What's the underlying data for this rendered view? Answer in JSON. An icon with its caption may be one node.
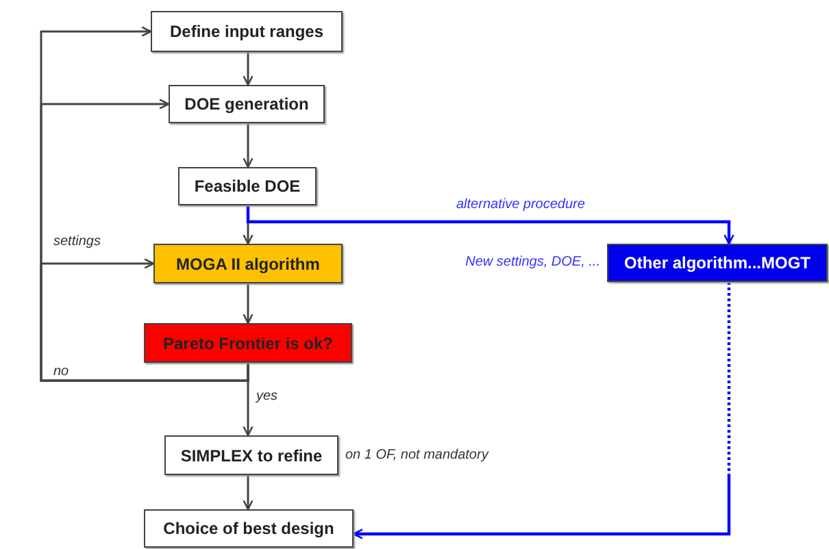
{
  "diagram": {
    "nodes": [
      {
        "text": [
          "Define input ranges"
        ]
      },
      {
        "text": [
          "DOE generation"
        ]
      },
      {
        "text": [
          "Feasible DOE"
        ]
      },
      {
        "text": [
          "MOGA II algorithm"
        ]
      },
      {
        "text": [
          "Pareto Frontier is ok?"
        ]
      },
      {
        "text": [
          "SIMPLEX to refine"
        ],
        "beside": [
          "on 1 OF, not mandatory"
        ]
      },
      {
        "text": [
          "Choice of best design"
        ]
      },
      {
        "text": [
          "Other algorithm...MOGT"
        ],
        "beside": [
          "New settings, DOE, ..."
        ]
      }
    ],
    "edges": [
      {
        "from": 0,
        "to": 1,
        "arrow": "to"
      },
      {
        "from": 1,
        "to": 2,
        "arrow": "to"
      },
      {
        "from": 2,
        "to": 3,
        "arrow": "to"
      },
      {
        "from": 3,
        "to": 4,
        "arrow": "to"
      },
      {
        "from": 4,
        "to": 5,
        "arrow": "to",
        "label": "yes"
      },
      {
        "from": 5,
        "to": 6,
        "arrow": "to"
      },
      {
        "from": 4,
        "to": 0,
        "arrow": "to",
        "label": "no"
      },
      {
        "from": 4,
        "to": 1,
        "arrow": "to"
      },
      {
        "from": 4,
        "to": 3,
        "arrow": "to",
        "label": "settings"
      },
      {
        "from": 2,
        "to": 7,
        "arrow": "to",
        "label": "alternative procedure",
        "color": "#0000ff"
      },
      {
        "from": 7,
        "to": 6,
        "arrow": "to",
        "style": "dashed",
        "color": "#0000ff"
      }
    ]
  }
}
